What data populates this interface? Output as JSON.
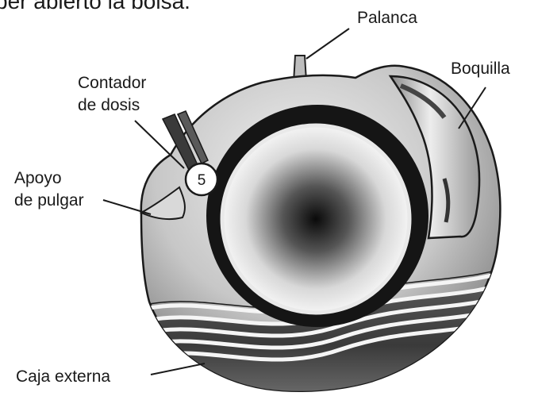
{
  "header_text": "ber abierto la bolsa.",
  "labels": {
    "lever": "Palanca",
    "mouthpiece": "Boquilla",
    "dose_counter_line1": "Contador",
    "dose_counter_line2": "de dosis",
    "thumb_grip_line1": "Apoyo",
    "thumb_grip_line2": "de pulgar",
    "outer_case": "Caja externa"
  },
  "counter_value": "5",
  "colors": {
    "device_light": "#e8e8e8",
    "device_mid": "#9a9a9a",
    "device_dark": "#2b2b2b",
    "ink": "#1a1a1a",
    "background": "#ffffff"
  }
}
